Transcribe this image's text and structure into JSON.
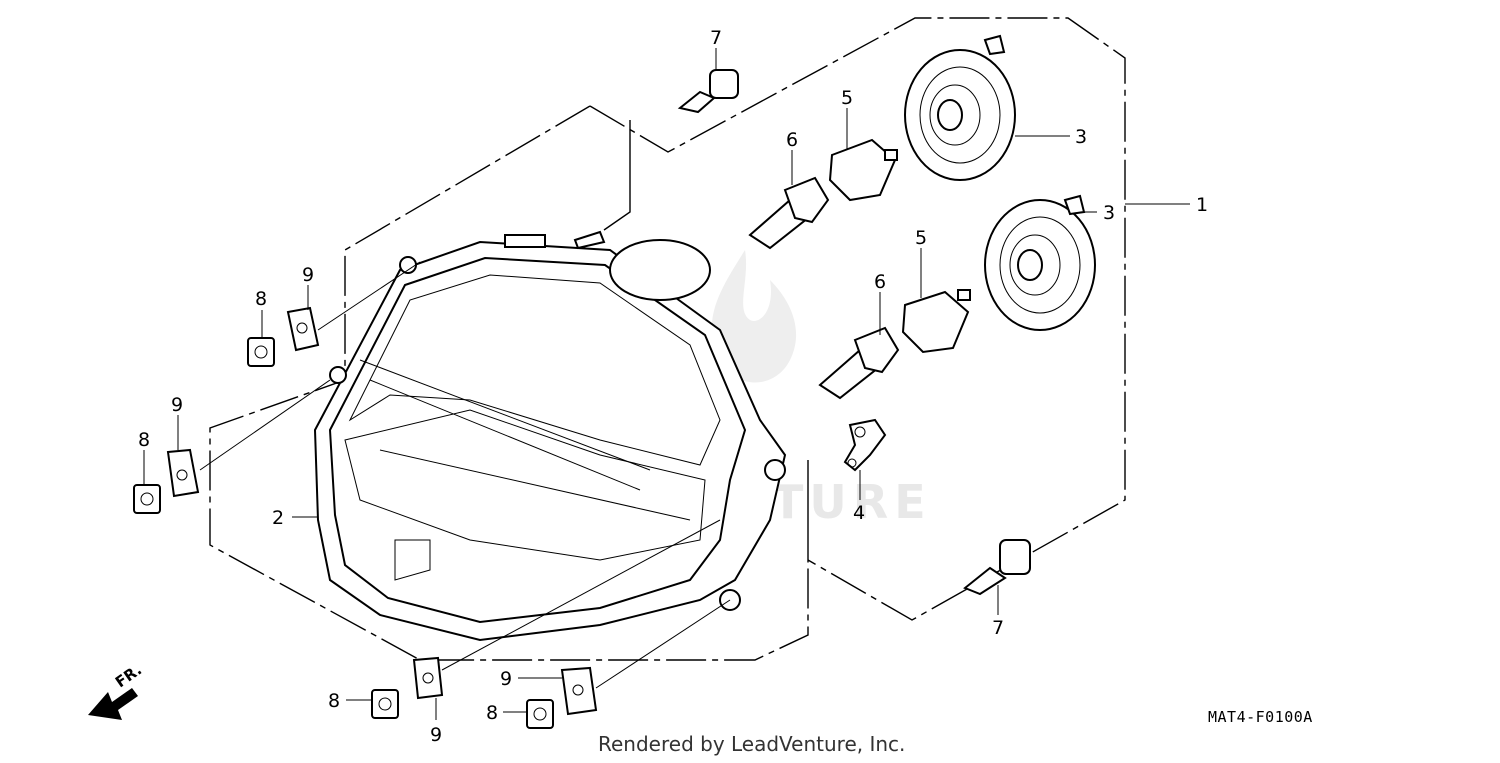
{
  "diagram_code": "MAT4-F0100A",
  "credit": "Rendered by LeadVenture, Inc.",
  "watermark": "LEADVENTURE",
  "front_arrow_label": "FR.",
  "callouts": {
    "c1": "1",
    "c2": "2",
    "c3a": "3",
    "c3b": "3",
    "c4": "4",
    "c5a": "5",
    "c5b": "5",
    "c6a": "6",
    "c6b": "6",
    "c7a": "7",
    "c7b": "7",
    "c8a": "8",
    "c8b": "8",
    "c8c": "8",
    "c8d": "8",
    "c9a": "9",
    "c9b": "9",
    "c9c": "9",
    "c9d": "9"
  }
}
